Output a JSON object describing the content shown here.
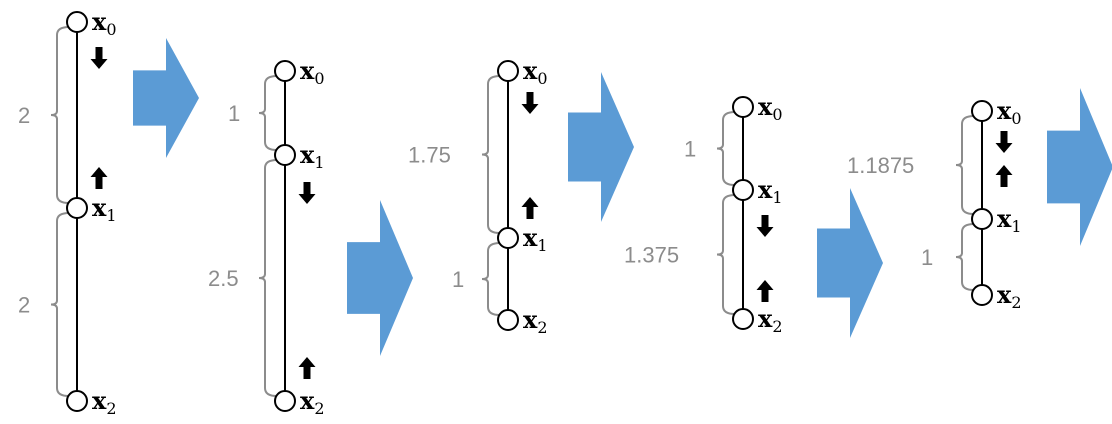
{
  "colors": {
    "arrow_fill": "#5b9bd5",
    "bracket": "#8c8c8c",
    "gap_text": "#8c8c8c",
    "line": "#000000",
    "node_fill": "#ffffff"
  },
  "icons": {
    "step_arrow": "big-right-arrow-icon",
    "move_down": "down-arrow-icon",
    "move_up": "up-arrow-icon",
    "node": "circle-node-icon"
  },
  "node_labels": [
    {
      "base": "x",
      "sub": "0"
    },
    {
      "base": "x",
      "sub": "1"
    },
    {
      "base": "x",
      "sub": "2"
    }
  ],
  "stages": [
    {
      "gaps": [
        "2",
        "2"
      ]
    },
    {
      "gaps": [
        "1",
        "2.5"
      ]
    },
    {
      "gaps": [
        "1.75",
        "1"
      ]
    },
    {
      "gaps": [
        "1",
        "1.375"
      ]
    },
    {
      "gaps": [
        "1.1875",
        "1"
      ]
    }
  ]
}
